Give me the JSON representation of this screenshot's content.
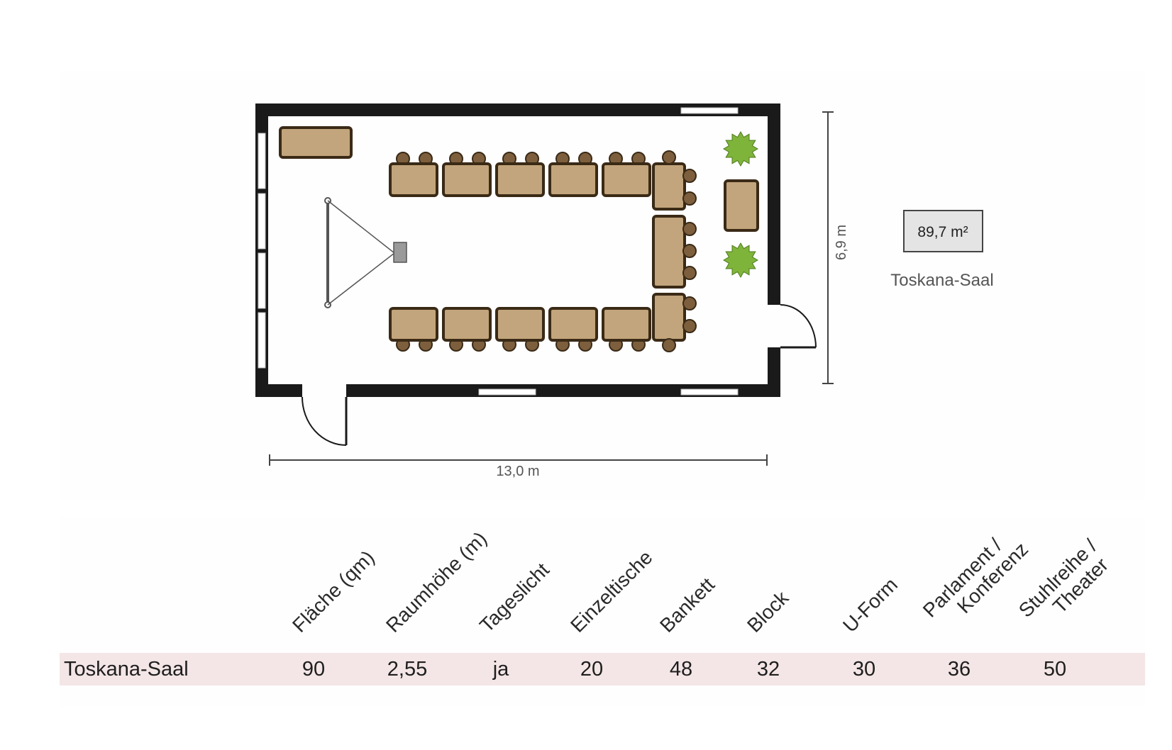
{
  "plan": {
    "width_label": "13,0 m",
    "height_label": "6,9 m",
    "area_label": "89,7 m²",
    "room_label": "Toskana-Saal",
    "colors": {
      "wall": "#1a1a1a",
      "furniture_fill": "#c2a57c",
      "furniture_stroke": "#3a2a16",
      "chair": "#7d5f3e",
      "plant": "#7fb43b",
      "projector": "#9a9a9a"
    }
  },
  "table": {
    "headers": [
      [
        "Fläche (qm)"
      ],
      [
        "Raumhöhe (m)"
      ],
      [
        "Tageslicht"
      ],
      [
        "Einzeltische"
      ],
      [
        "Bankett"
      ],
      [
        "Block"
      ],
      [
        "U-Form"
      ],
      [
        "Parlament /",
        "Konferenz"
      ],
      [
        "Stuhlreihe /",
        "Theater"
      ]
    ],
    "row": {
      "name": "Toskana-Saal",
      "values": [
        "90",
        "2,55",
        "ja",
        "20",
        "48",
        "32",
        "30",
        "36",
        "50"
      ]
    },
    "row_color": "#f4e6e6"
  }
}
